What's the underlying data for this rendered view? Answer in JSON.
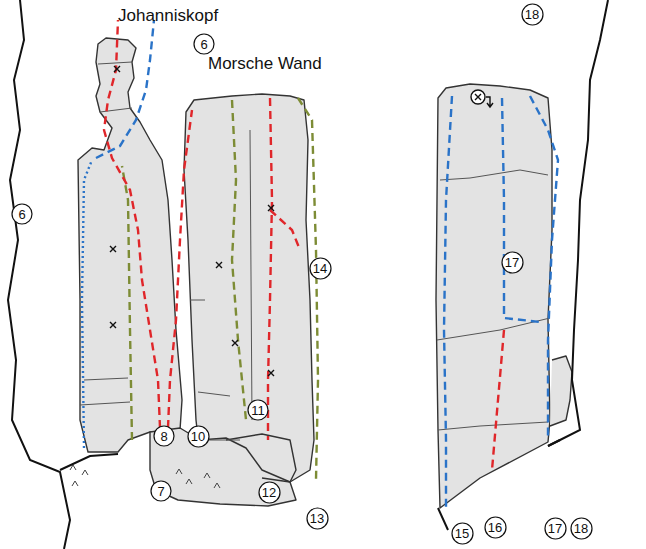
{
  "diagram": {
    "nodes": [
      {
        "text": [
          "6"
        ]
      },
      {
        "text": [
          "6"
        ]
      },
      {
        "text": [
          "14"
        ]
      },
      {
        "text": [
          "17"
        ]
      },
      {
        "text": [
          "18"
        ]
      },
      {
        "text": [
          "11"
        ]
      },
      {
        "text": [
          "8"
        ]
      },
      {
        "text": [
          "10"
        ]
      },
      {
        "text": [
          "7"
        ]
      },
      {
        "text": [
          "12"
        ]
      },
      {
        "text": [
          "13"
        ]
      },
      {
        "text": [
          "15"
        ]
      },
      {
        "text": [
          "16"
        ]
      },
      {
        "text": [
          "17"
        ]
      },
      {
        "text": [
          "18"
        ]
      }
    ],
    "labels": [
      "Johanniskopf",
      "Morsche Wand"
    ]
  }
}
